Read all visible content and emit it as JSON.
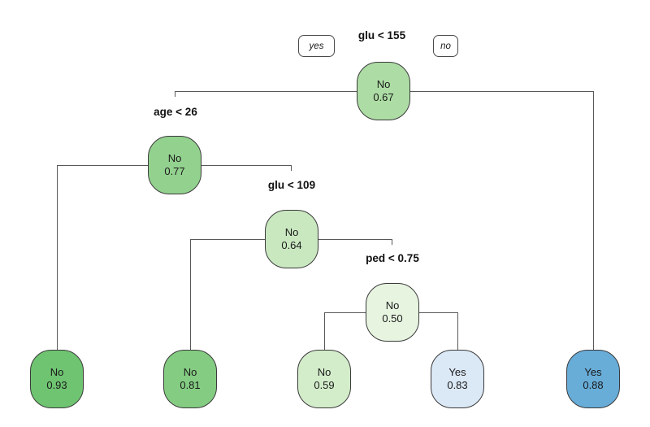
{
  "diagram": {
    "type": "decision-tree",
    "edge_labels": {
      "yes": "yes",
      "no": "no"
    },
    "splits": {
      "root": "glu < 155",
      "n2": "age < 26",
      "n3": "glu < 109",
      "n4": "ped < 0.75"
    },
    "nodes": {
      "root": {
        "class": "No",
        "prob": "0.67",
        "fill": "#addda5"
      },
      "n2": {
        "class": "No",
        "prob": "0.77",
        "fill": "#93d18f"
      },
      "n3": {
        "class": "No",
        "prob": "0.64",
        "fill": "#c9e8c0"
      },
      "n4": {
        "class": "No",
        "prob": "0.50",
        "fill": "#e7f4e0"
      },
      "leaf1": {
        "class": "No",
        "prob": "0.93",
        "fill": "#6fc471"
      },
      "leaf2": {
        "class": "No",
        "prob": "0.81",
        "fill": "#84cc82"
      },
      "leaf3": {
        "class": "No",
        "prob": "0.59",
        "fill": "#d3edca"
      },
      "leaf4": {
        "class": "Yes",
        "prob": "0.83",
        "fill": "#dbe8f6"
      },
      "leaf5": {
        "class": "Yes",
        "prob": "0.88",
        "fill": "#68acd8"
      }
    },
    "colors": {
      "edge": "#595959",
      "node_border": "#3a3a3a",
      "text": "#1a1a1a",
      "background": "#ffffff"
    }
  }
}
